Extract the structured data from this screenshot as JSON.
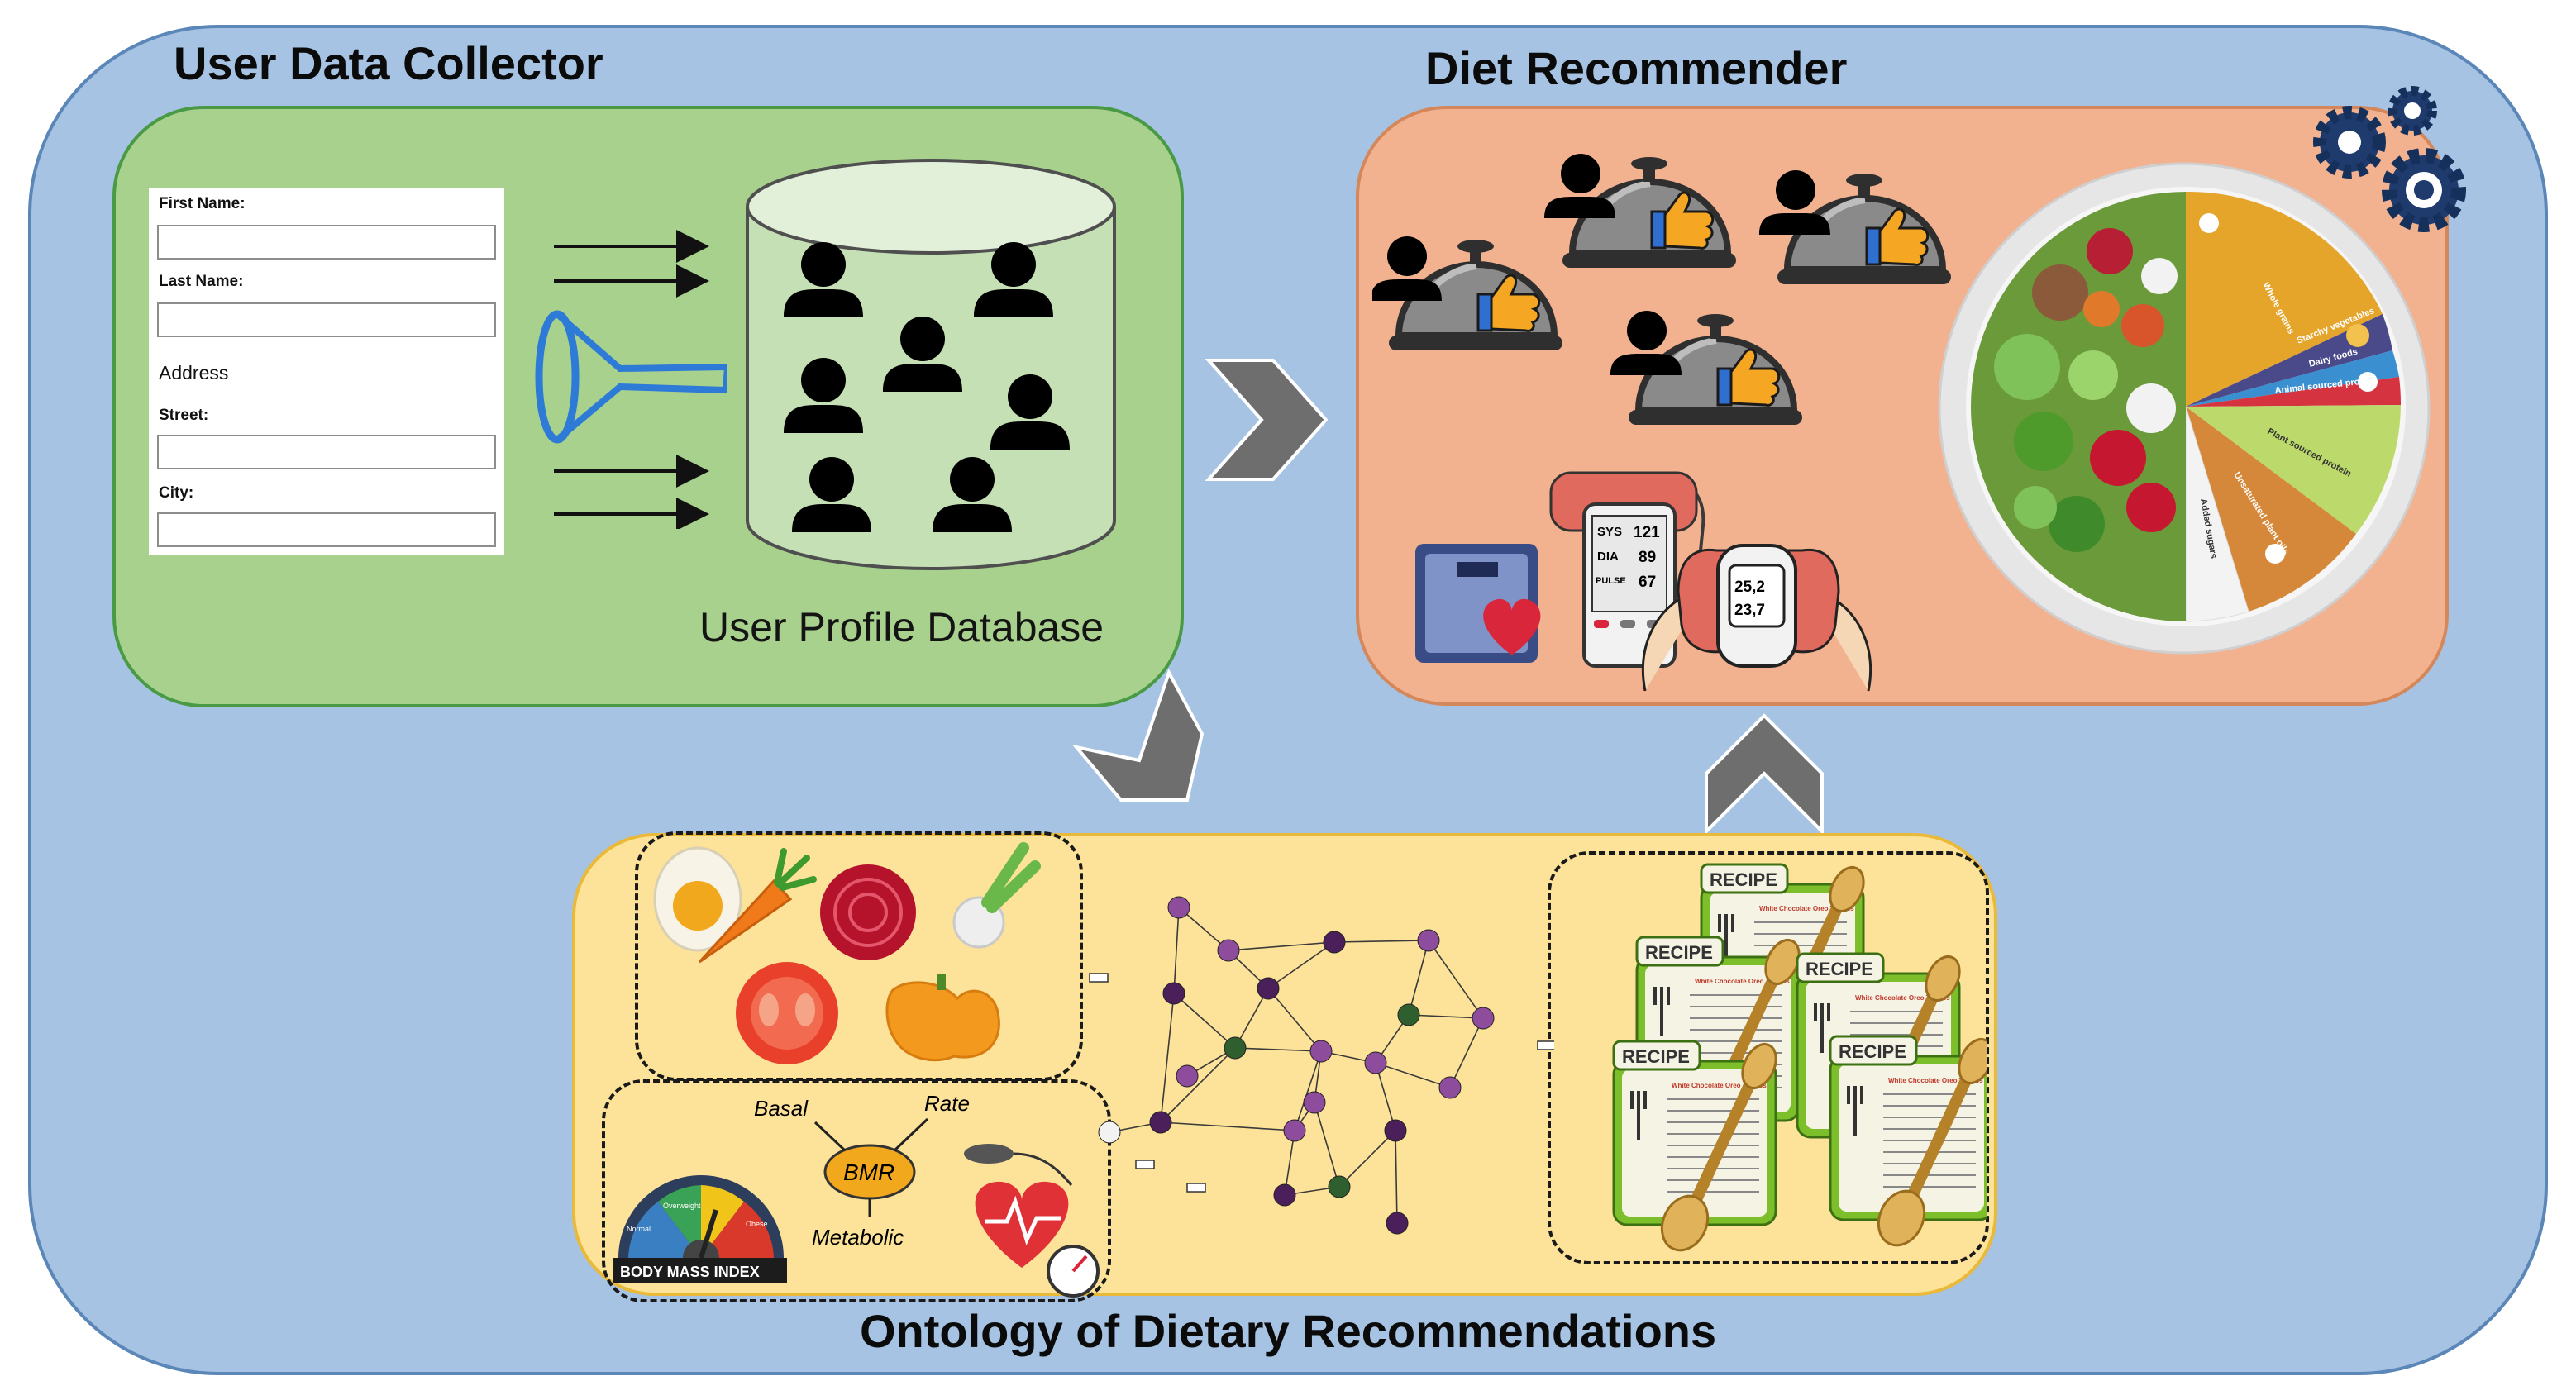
{
  "sections": {
    "user_data_collector": "User Data Collector",
    "diet_recommender": "Diet Recommender",
    "ontology": "Ontology of Dietary Recommendations"
  },
  "form": {
    "first_name": "First Name:",
    "last_name": "Last Name:",
    "address": "Address",
    "street": "Street:",
    "city": "City:"
  },
  "database_label": "User Profile Database",
  "blood_pressure": {
    "sys_label": "SYS",
    "sys": "121",
    "dia_label": "DIA",
    "dia": "89",
    "pulse_label": "PULSE",
    "pulse": "67"
  },
  "glucometer": {
    "top": "25,2",
    "bottom": "23,7"
  },
  "plate_segments": [
    "Whole grains",
    "Starchy vegetables",
    "Dairy foods",
    "Animal sourced protein",
    "Plant sourced protein",
    "Unsaturated plant oils",
    "Added sugars"
  ],
  "bmi_label": "BODY MASS INDEX",
  "bmi_scale": [
    "Normal",
    "Overweight",
    "Obese"
  ],
  "bmr": {
    "center": "BMR",
    "basal": "Basal",
    "rate": "Rate",
    "metabolic": "Metabolic"
  },
  "recipe": {
    "heading": "RECIPE",
    "subtitle": "White Chocolate Oreo Truffles"
  },
  "colors": {
    "outer": "#a6c3e3",
    "collector": "#a9d18e",
    "recommender": "#f3b28f",
    "ontology": "#fde399",
    "arrow": "#6e6e6e",
    "funnel": "#2d7bd6"
  },
  "icons": [
    "person-icon",
    "cloche-icon",
    "thumbs-up-icon",
    "gear-icon",
    "scale-icon",
    "heart-icon",
    "blood-pressure-monitor-icon",
    "glucometer-icon",
    "funnel-icon",
    "egg-icon",
    "carrot-icon",
    "beet-icon",
    "onion-icon",
    "tomato-icon",
    "pepper-icon",
    "sphygmomanometer-icon",
    "spoon-icon"
  ]
}
